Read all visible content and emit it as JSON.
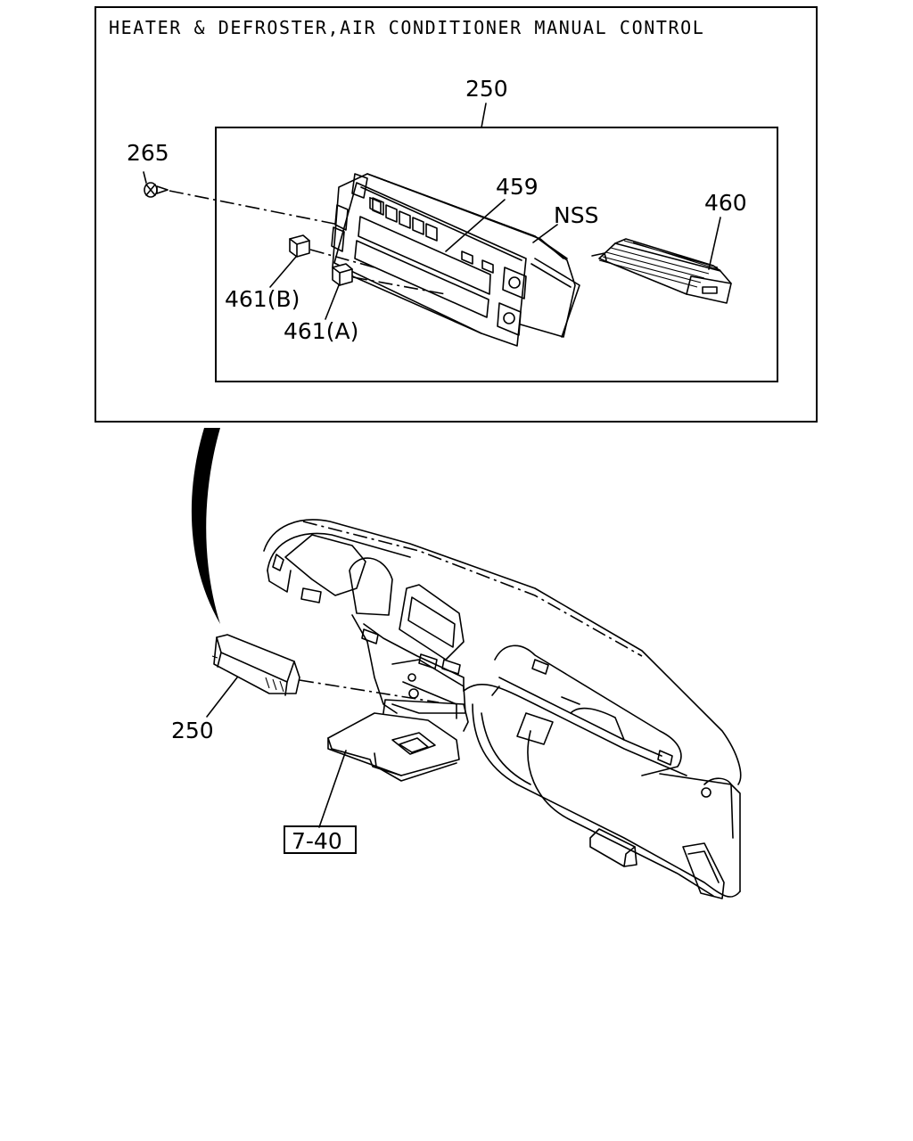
{
  "title": "HEATER & DEFROSTER,AIR CONDITIONER MANUAL CONTROL",
  "labels": {
    "assembly_top": "250",
    "screw": "265",
    "control_panel": "459",
    "nss": "NSS",
    "module": "460",
    "knob_b": "461(B)",
    "knob_a": "461(A)",
    "assembly_bottom": "250",
    "ref_box": "7-40"
  }
}
